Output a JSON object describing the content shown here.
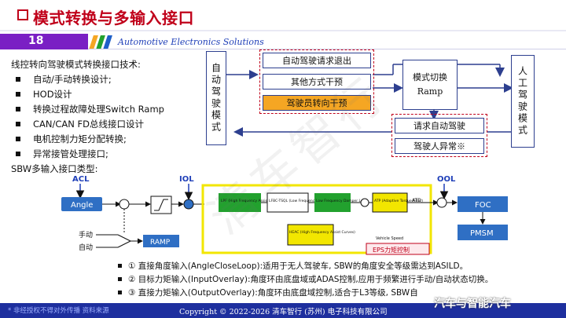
{
  "title": "模式转换与多输入接口",
  "page_number": "18",
  "brand": "Automotive Electronics Solutions",
  "intro": {
    "heading": "线控转向驾驶模式转换接口技术:",
    "bullets": [
      "自动/手动转换设计;",
      "HOD设计",
      "转换过程故障处理Switch Ramp",
      "CAN/CAN FD总线接口设计",
      "电机控制力矩分配转换;",
      "异常接管处理接口;"
    ],
    "sbw_heading": "SBW多输入接口类型:"
  },
  "mode_diagram": {
    "auto_mode": "自动驾驶模式",
    "manual_mode": "人工驾驶模式",
    "exit_box": "自动驾驶请求退出",
    "other_box": "其他方式干预",
    "driver_box": "驾驶员转向干预",
    "switch_box_line1": "模式切换",
    "switch_box_line2": "Ramp",
    "request_box": "请求自动驾驶",
    "abnormal_box": "驾驶人异常※"
  },
  "control_diagram": {
    "acl_label": "ACL",
    "iol_label": "IOL",
    "ool_label": "OOL",
    "angle_label": "Angle",
    "manual_label": "手动",
    "auto_label": "自动",
    "ramp_label": "RAMP",
    "eps_label": "EPS力矩控制",
    "lpf1": "LPF (High Frequency Assist Curve)",
    "lfbc": "LFBC-TSQL (Low Frequency Assist Curve)",
    "lpf2": "Low Frequency Damper Loss",
    "atp": "ATP (Adaptive Torque Filter)",
    "atd": "ATD",
    "heac": "HEAC (High Frequency Assist Curves)",
    "vehicle_speed": "Vehicle Speed",
    "foc": "FOC",
    "pmsm": "PMSM"
  },
  "interface_bullets": [
    "① 直接角度输入(AngleCloseLoop):适用于无人驾驶车, SBW的角度安全等级需达到ASILD。",
    "② 目标力矩输入(InputOverlay):角度环由底盘域或ADAS控制,应用于频繁进行手动/自动状态切换。",
    "③ 直接力矩输入(OutputOverlay):角度环由底盘域控制,适合于L3等级, SBW自"
  ],
  "footer": {
    "left": "* 非经授权不得对外传播 资料来源",
    "center": "Copyright © 2022-2026 清车智行 (苏州) 电子科技有限公司",
    "right": "汽车与智能汽车"
  },
  "watermark": "清车智行",
  "colors": {
    "accent": "#c0001a",
    "brand_purple": "#7a1fc4",
    "footer_blue": "#1e2f9e",
    "diagram_blue": "#2d3f8f",
    "highlight_orange": "#f5a623",
    "eps_yellow": "#f2e600",
    "block_green": "#22a12e"
  }
}
